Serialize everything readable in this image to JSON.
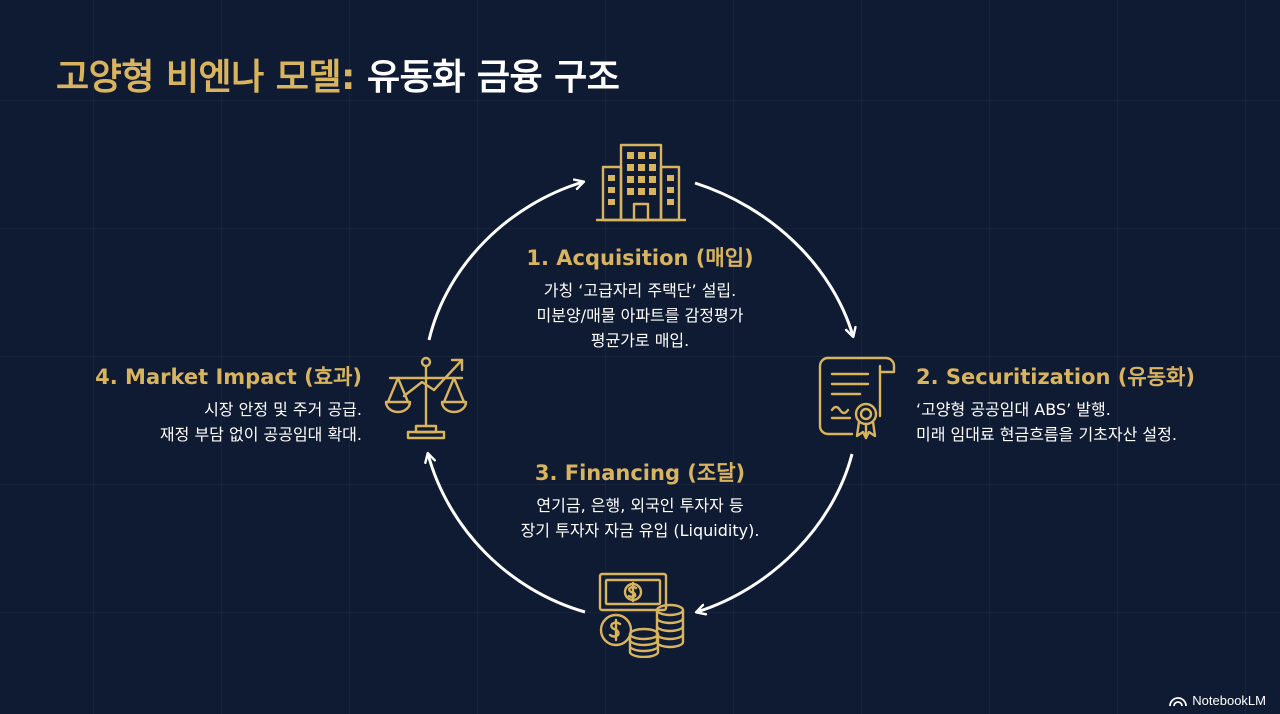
{
  "title": {
    "highlight": "고양형 비엔나 모델:",
    "rest": "유동화 금융 구조"
  },
  "steps": [
    {
      "heading": "1. Acquisition (매입)",
      "lines": [
        "가칭 ‘고급자리 주택단’ 설립.",
        "미분양/매물 아파트를 감정평가",
        "평균가로 매입."
      ],
      "icon": "building-icon"
    },
    {
      "heading": "2. Securitization (유동화)",
      "lines": [
        "‘고양형 공공임대 ABS’ 발행.",
        "미래 임대료 현금흐름을 기초자산 설정."
      ],
      "icon": "certificate-icon"
    },
    {
      "heading": "3. Financing (조달)",
      "lines": [
        "연기금, 은행, 외국인 투자자 등",
        "장기 투자자 자금 유입 (Liquidity)."
      ],
      "icon": "money-coins-icon"
    },
    {
      "heading": "4. Market Impact (효과)",
      "lines": [
        "시장 안정 및 주거 공급.",
        "재정 부담 없이 공공임대 확대."
      ],
      "icon": "scale-growth-icon"
    }
  ],
  "brand": "NotebookLM",
  "colors": {
    "gold": "#d9b45f",
    "background": "#0f1a33",
    "text": "#ffffff"
  }
}
